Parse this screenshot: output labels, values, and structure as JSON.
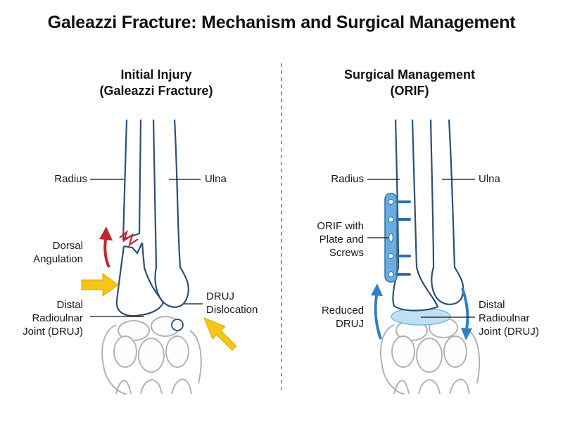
{
  "title": "Galeazzi Fracture: Mechanism and Surgical Management",
  "left_panel": {
    "title_line1": "Initial Injury",
    "title_line2": "(Galeazzi Fracture)",
    "labels": {
      "radius": "Radius",
      "ulna": "Ulna",
      "dorsal_line1": "Dorsal",
      "dorsal_line2": "Angulation",
      "druj_line1": "Distal",
      "druj_line2": "Radioulnar",
      "druj_line3": "Joint (DRUJ)",
      "dislocation_line1": "DRUJ",
      "dislocation_line2": "Dislocation"
    }
  },
  "right_panel": {
    "title_line1": "Surgical Management",
    "title_line2": "(ORIF)",
    "labels": {
      "radius": "Radius",
      "ulna": "Ulna",
      "orif_line1": "ORIF with",
      "orif_line2": "Plate and",
      "orif_line3": "Screws",
      "reduced_line1": "Reduced",
      "reduced_line2": "DRUJ",
      "druj_line1": "Distal",
      "druj_line2": "Radioulnar",
      "druj_line3": "Joint (DRUJ)"
    }
  },
  "colors": {
    "bone_outline": "#2d4f73",
    "carpal_outline": "#b0b4b8",
    "dorsal_arrow": "#c0272d",
    "force_arrow": "#f5c518",
    "plate": "#6aaee0",
    "reduction_arrow": "#2f7fc1",
    "joint_highlight": "#bfe0f3"
  }
}
